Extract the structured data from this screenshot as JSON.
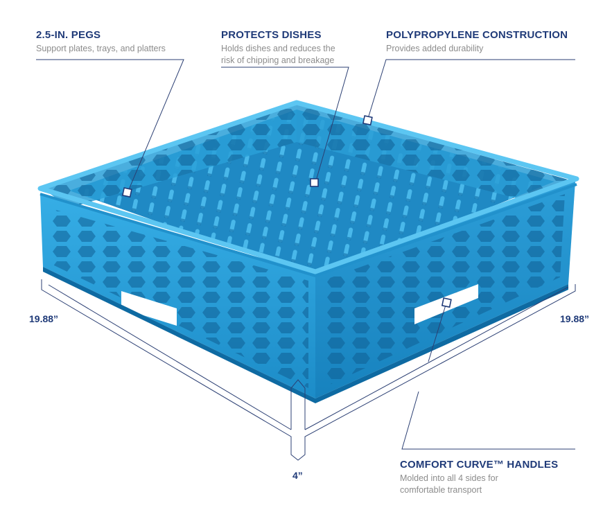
{
  "callouts": {
    "pegs": {
      "title": "2.5-IN. PEGS",
      "desc": "Support plates, trays, and platters"
    },
    "protects": {
      "title": "PROTECTS DISHES",
      "desc_line1": "Holds dishes and reduces the",
      "desc_line2": "risk of chipping and breakage"
    },
    "poly": {
      "title": "POLYPROPYLENE CONSTRUCTION",
      "desc": "Provides added durability"
    },
    "handles": {
      "title": "COMFORT CURVE™ HANDLES",
      "desc_line1": "Molded into all 4 sides for",
      "desc_line2": "comfortable transport"
    }
  },
  "dimensions": {
    "left": "19.88”",
    "right": "19.88”",
    "height": "4”"
  },
  "colors": {
    "rack_blue": "#2aa5dc",
    "rack_dark": "#1279b4",
    "rack_light": "#5cc3ee",
    "label_navy": "#1f3a78",
    "desc_gray": "#8c8c8c",
    "line_navy": "#2b3f73"
  }
}
